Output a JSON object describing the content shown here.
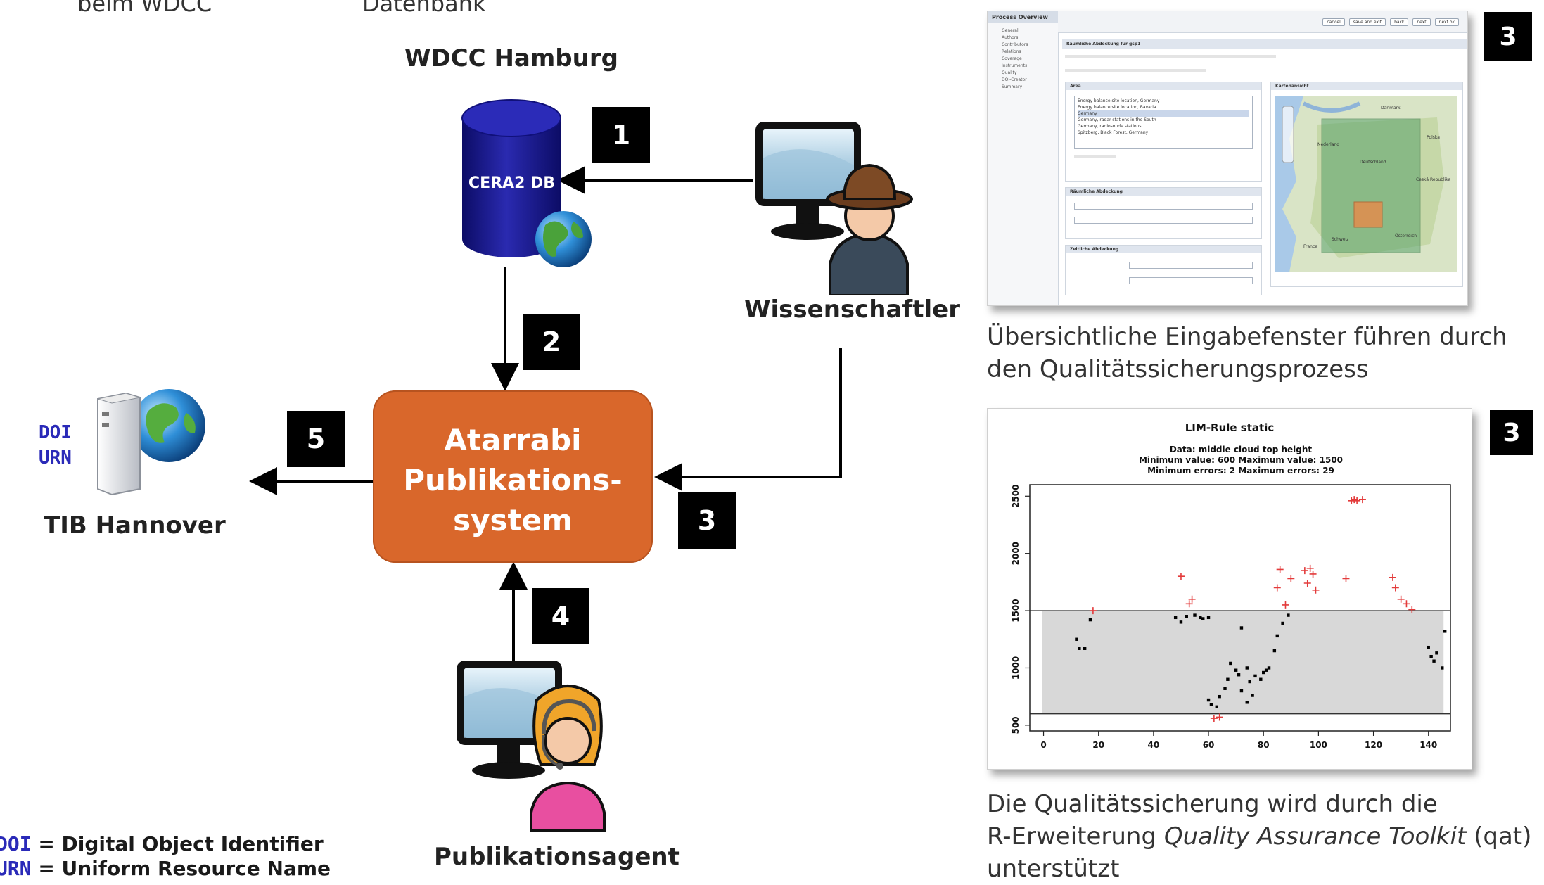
{
  "top_cut": {
    "left": "beim WDCC",
    "mid": "Datenbank"
  },
  "nodes": {
    "wdcc": "WDCC Hamburg",
    "db": "CERA2 DB",
    "scientist": "Wissenschaftler",
    "system": [
      "Atarrabi",
      "Publikations-",
      "system"
    ],
    "agent": "Publikationsagent",
    "tib": "TIB Hannover",
    "doi": "DOI",
    "urn": "URN"
  },
  "steps": [
    "1",
    "2",
    "3",
    "4",
    "5"
  ],
  "legend": {
    "doi_key": "DOI",
    "doi_text": "= Digital Object Identifier",
    "urn_key": "URN",
    "urn_text": "= Uniform Resource Name"
  },
  "screenshot1": {
    "badge": "3",
    "caption_l1": "Übersichtliche Eingabefenster führen durch",
    "caption_l2": "den Qualitätssicherungsprozess"
  },
  "screenshot2": {
    "badge": "3",
    "caption_l1": "Die Qualitätssicherung wird durch die",
    "caption_l2_a": "R-Erweiterung",
    "caption_l2_i": "Quality Assurance Toolkit",
    "caption_l2_b": "(qat)",
    "caption_l3": "unterstützt"
  },
  "chart_data": {
    "type": "scatter",
    "title": "LIM-Rule static",
    "subtitle_lines": [
      "Data: middle cloud top height",
      "Minimum value:  600   Maximum value:  1500",
      "Minimum errors:  2   Maximum errors:  29"
    ],
    "xticks": [
      "0",
      "20",
      "40",
      "60",
      "80",
      "100",
      "120",
      "140"
    ],
    "yticks": [
      "500",
      "1000",
      "1500",
      "2000",
      "2500"
    ],
    "xlim": [
      -5,
      148
    ],
    "ylim": [
      450,
      2600
    ],
    "band": [
      600,
      1500
    ],
    "ok_points": [
      [
        12,
        1250
      ],
      [
        13,
        1170
      ],
      [
        15,
        1170
      ],
      [
        17,
        1420
      ],
      [
        48,
        1440
      ],
      [
        50,
        1400
      ],
      [
        52,
        1450
      ],
      [
        55,
        1460
      ],
      [
        57,
        1440
      ],
      [
        58,
        1430
      ],
      [
        60,
        1440
      ],
      [
        60,
        720
      ],
      [
        61,
        680
      ],
      [
        63,
        660
      ],
      [
        64,
        750
      ],
      [
        66,
        820
      ],
      [
        67,
        900
      ],
      [
        68,
        1040
      ],
      [
        70,
        980
      ],
      [
        71,
        940
      ],
      [
        72,
        1350
      ],
      [
        72,
        800
      ],
      [
        74,
        1000
      ],
      [
        74,
        700
      ],
      [
        75,
        880
      ],
      [
        76,
        760
      ],
      [
        77,
        930
      ],
      [
        79,
        900
      ],
      [
        80,
        960
      ],
      [
        81,
        980
      ],
      [
        82,
        1000
      ],
      [
        84,
        1150
      ],
      [
        85,
        1280
      ],
      [
        87,
        1390
      ],
      [
        89,
        1460
      ],
      [
        140,
        1180
      ],
      [
        141,
        1100
      ],
      [
        142,
        1060
      ],
      [
        143,
        1130
      ],
      [
        145,
        1000
      ],
      [
        146,
        1320
      ]
    ],
    "err_points": [
      [
        18,
        1500
      ],
      [
        50,
        1800
      ],
      [
        53,
        1560
      ],
      [
        54,
        1600
      ],
      [
        62,
        560
      ],
      [
        64,
        570
      ],
      [
        85,
        1700
      ],
      [
        86,
        1860
      ],
      [
        88,
        1550
      ],
      [
        90,
        1780
      ],
      [
        95,
        1850
      ],
      [
        96,
        1740
      ],
      [
        97,
        1870
      ],
      [
        98,
        1820
      ],
      [
        99,
        1680
      ],
      [
        110,
        1780
      ],
      [
        112,
        2460
      ],
      [
        113,
        2470
      ],
      [
        114,
        2460
      ],
      [
        116,
        2470
      ],
      [
        127,
        1790
      ],
      [
        128,
        1700
      ],
      [
        130,
        1600
      ],
      [
        132,
        1560
      ],
      [
        134,
        1510
      ]
    ]
  },
  "colors": {
    "system_box": "#d9672b",
    "db_fill": "#1b1b8c",
    "ok_marker": "#000000",
    "err_marker": "#e33b3b",
    "band": "#d8d8d8"
  },
  "form_ui": {
    "title": "Process Overview",
    "nav": [
      "General",
      "Authors",
      "Contributors",
      "Relations",
      "Coverage",
      "Instruments",
      "Quality",
      "DOI-Creator",
      "Summary"
    ],
    "buttons": [
      "cancel",
      "save and exit",
      "back",
      "next",
      "next ok"
    ],
    "section1": "Räumliche Abdeckung für gsp1",
    "area_header": "Area",
    "map_header": "Kartenansicht",
    "areas": [
      "Energy balance site location, Germany",
      "Energy balance site location, Bavaria",
      "Germany",
      "Germany, radar stations in the South",
      "Germany, radiosonde stations",
      "Spitzberg, Black Forest, Germany"
    ],
    "section2": "Räumliche Abdeckung",
    "section3": "Zeitliche Abdeckung",
    "map_labels": [
      "Danmark",
      "Nederland",
      "Deutschland",
      "France",
      "Polska",
      "Česká Republika",
      "Österreich",
      "Schweiz"
    ]
  }
}
